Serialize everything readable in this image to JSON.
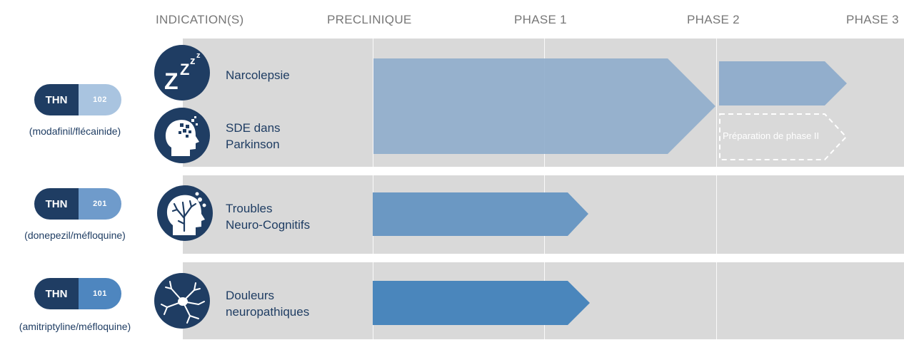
{
  "headers": {
    "indications": "INDICATION(S)",
    "preclinique": "PRECLINIQUE",
    "phase1": "PHASE 1",
    "phase2": "PHASE 2",
    "phase3": "PHASE 3"
  },
  "colors": {
    "navy": "#1f3d63",
    "band": "#d9d9d9",
    "bar_light": "#8eaccb",
    "bar_mid": "#6b98c3",
    "bar_dark": "#4a86bc",
    "capsule_102": "#a9c4e0",
    "capsule_201": "#6f9bcb",
    "capsule_101": "#4e86bf"
  },
  "programs": [
    {
      "badge_prefix": "THN",
      "badge_number": "102",
      "molecules": "(modafinil/flécainide)",
      "indications": [
        {
          "label_lines": [
            "Narcolepsie"
          ],
          "icon": "sleep-zzz-icon"
        },
        {
          "label_lines": [
            "SDE dans",
            "Parkinson"
          ],
          "icon": "head-pixel-icon"
        }
      ]
    },
    {
      "badge_prefix": "THN",
      "badge_number": "201",
      "molecules": "(donepezil/méfloquine)",
      "indications": [
        {
          "label_lines": [
            "Troubles",
            "Neuro-Cognitifs"
          ],
          "icon": "head-tree-icon"
        }
      ]
    },
    {
      "badge_prefix": "THN",
      "badge_number": "101",
      "molecules": "(amitriptyline/méfloquine)",
      "indications": [
        {
          "label_lines": [
            "Douleurs",
            "neuropathiques"
          ],
          "icon": "neuron-icon"
        }
      ]
    }
  ],
  "chart_data": {
    "type": "bar",
    "orientation": "horizontal",
    "title": "",
    "xlabel": "",
    "ylabel": "",
    "stages": [
      "PRECLINIQUE",
      "PHASE 1",
      "PHASE 2",
      "PHASE 3"
    ],
    "series": [
      {
        "program": "THN 102",
        "indications": [
          "Narcolepsie",
          "SDE dans Parkinson"
        ],
        "completed_until": "PHASE 2",
        "next_segment": {
          "from": "PHASE 2",
          "to": "PHASE 3",
          "status": "planned"
        },
        "annotation": "Préparation de phase II"
      },
      {
        "program": "THN 201",
        "indications": [
          "Troubles Neuro-Cognitifs"
        ],
        "completed_until": "PHASE 1",
        "status": "in progress"
      },
      {
        "program": "THN 101",
        "indications": [
          "Douleurs neuropathiques"
        ],
        "completed_until": "PHASE 1",
        "status": "in progress"
      }
    ]
  }
}
